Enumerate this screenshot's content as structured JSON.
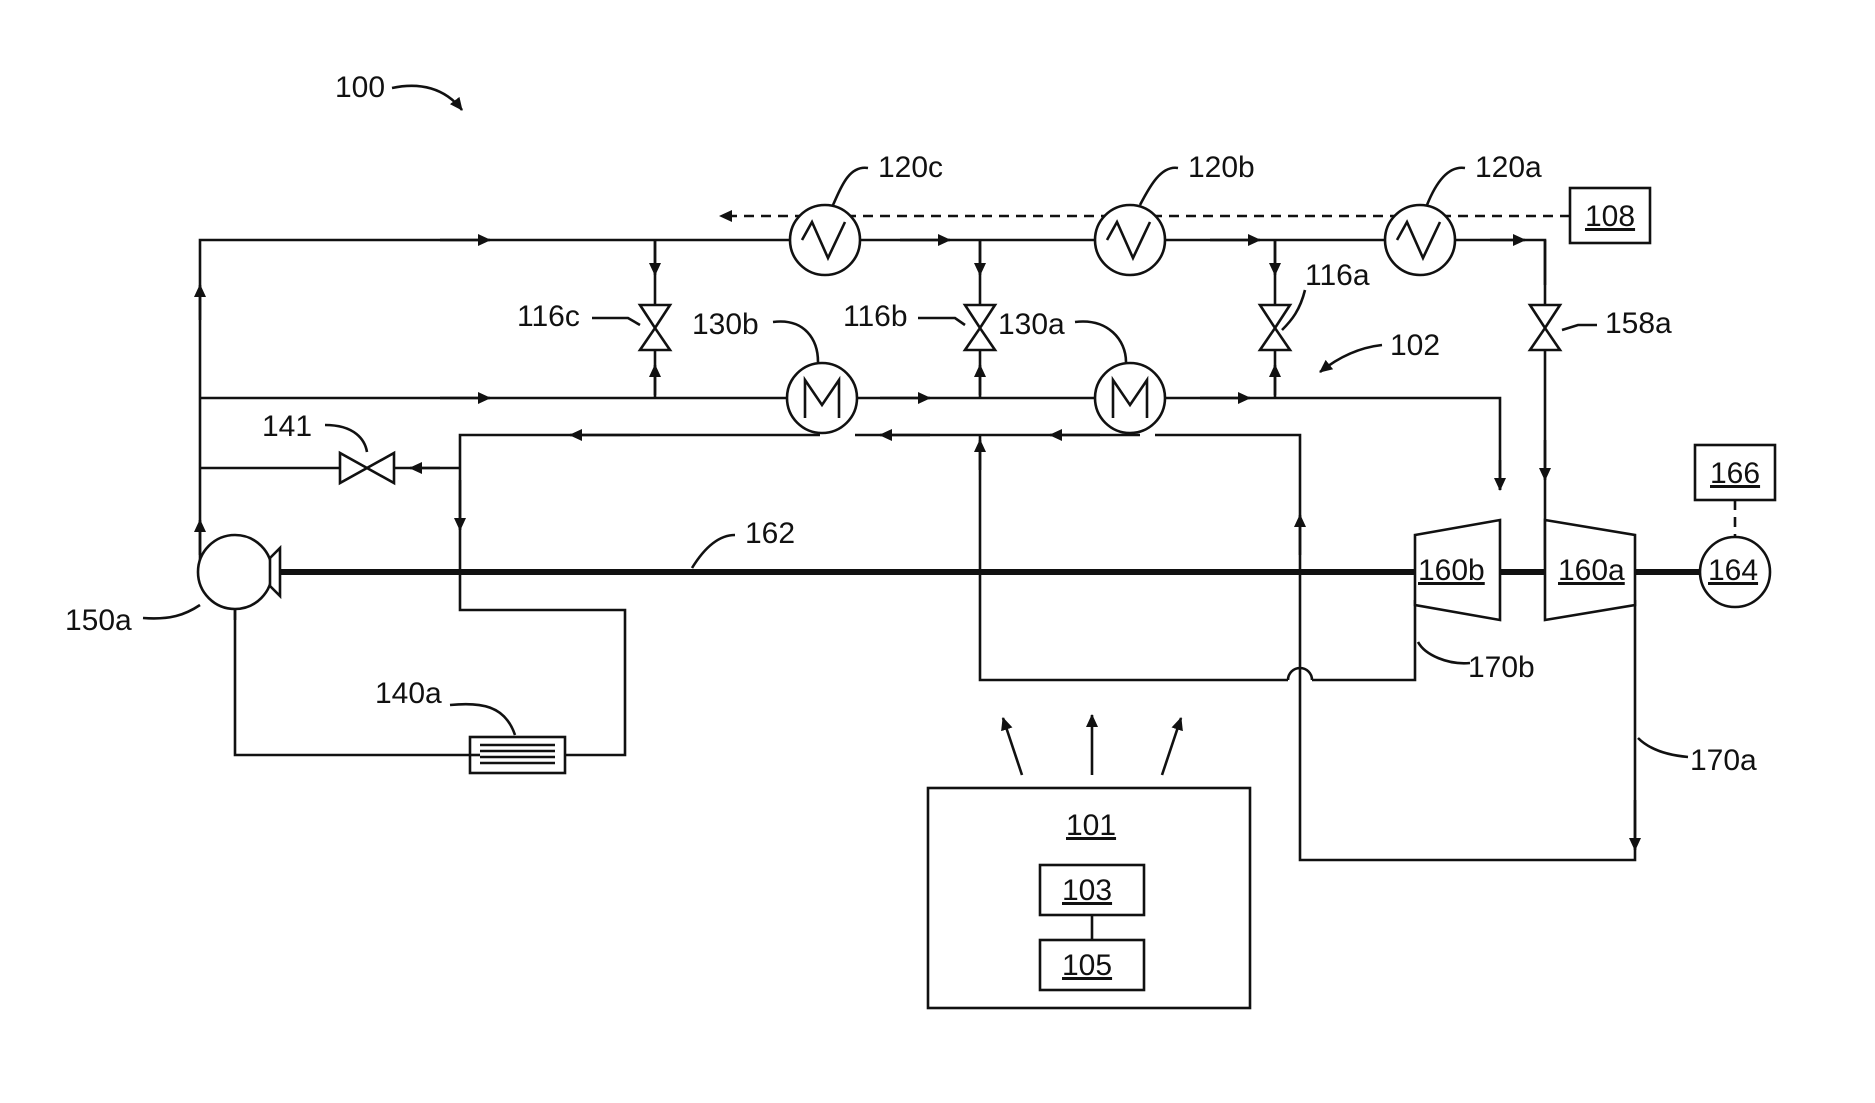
{
  "labels": {
    "system": "100",
    "cooler_c": "120c",
    "cooler_b": "120b",
    "cooler_a": "120a",
    "box_108": "108",
    "valve_c": "116c",
    "valve_b": "116b",
    "valve_a": "116a",
    "hx_b": "130b",
    "hx_a": "130a",
    "loop": "102",
    "valve_158a": "158a",
    "valve_141": "141",
    "shaft": "162",
    "pump": "150a",
    "cooler_140a": "140a",
    "turbine_b": "160b",
    "turbine_a": "160a",
    "generator": "164",
    "box_166": "166",
    "line_170b": "170b",
    "line_170a": "170a",
    "heat_source": "101",
    "box_103": "103",
    "box_105": "105"
  }
}
